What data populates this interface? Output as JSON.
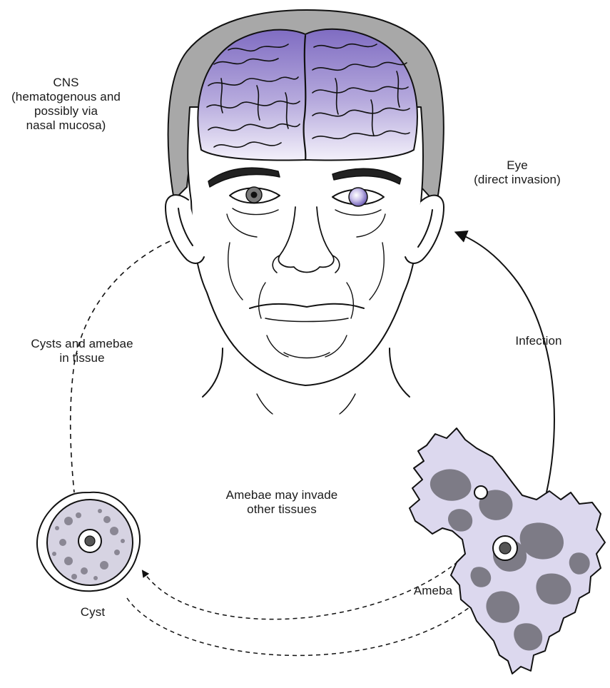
{
  "labels": {
    "cns": "CNS\n(hematogenous and\npossibly via\nnasal mucosa)",
    "eye": "Eye\n(direct invasion)",
    "cysts_in_tissue": "Cysts and amebae\nin tissue",
    "infection": "Infection",
    "amebae_invade": "Amebae may invade\nother tissues",
    "ameba": "Ameba",
    "cyst": "Cyst"
  },
  "colors": {
    "brain_top": "#8a78c8",
    "brain_bottom": "#f4f1fb",
    "hair": "#a9a9a9",
    "ameba_fill": "#dcd8ee",
    "ameba_spots": "#7d7b86",
    "cyst_fill": "#d6d3e2",
    "line": "#111111"
  }
}
